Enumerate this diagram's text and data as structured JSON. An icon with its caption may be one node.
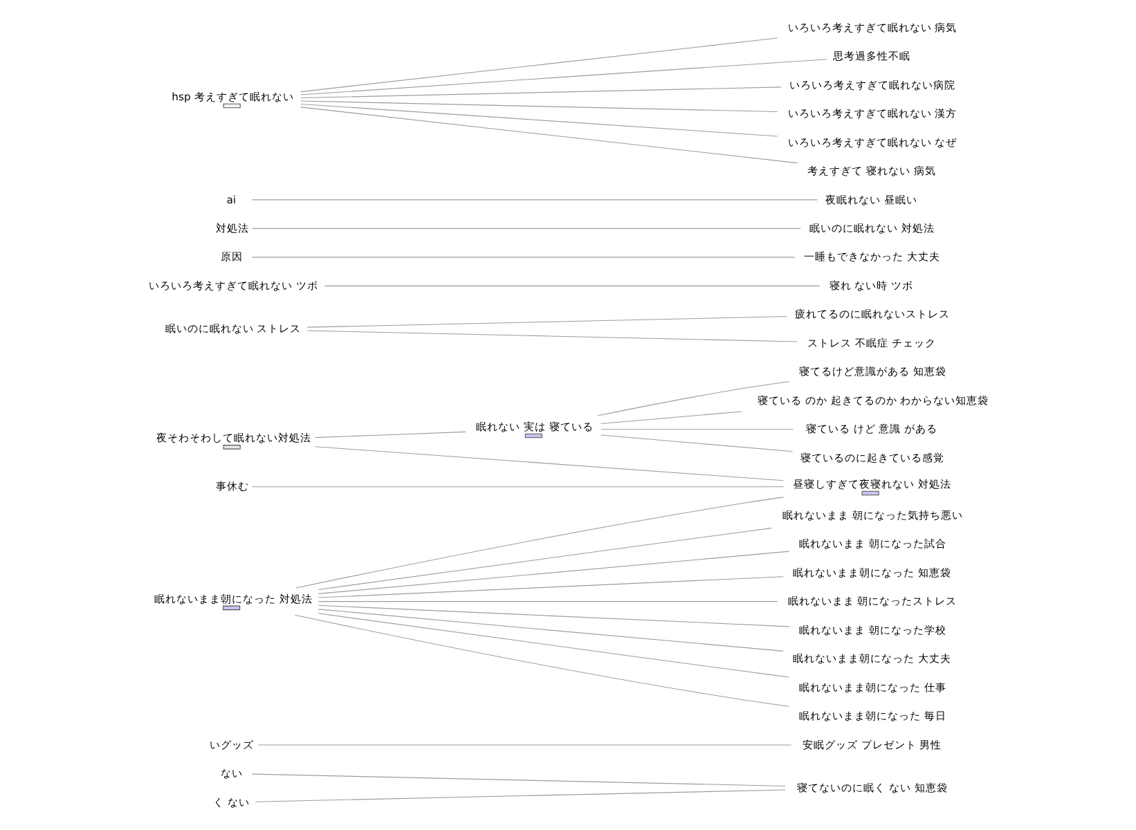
{
  "diagram": {
    "nodes": [
      {
        "text": [
          "いろいろ考えすぎて眠れない ツボ"
        ]
      },
      {
        "text": [
          "hsp 考えすぎて眠れない"
        ]
      },
      {
        "text": [
          "対処法"
        ]
      },
      {
        "text": [
          "眠れないまま朝になった 対処法"
        ]
      },
      {
        "text": [
          "ai"
        ]
      },
      {
        "text": [
          "眠いのに眠れない ストレス"
        ]
      },
      {
        "text": [
          "原因"
        ]
      },
      {
        "text": [
          "夜そわそわして眠れない対処法"
        ]
      },
      {
        "text": [
          "事休む"
        ]
      },
      {
        "text": [
          "く ない"
        ]
      },
      {
        "text": [
          "いグッズ"
        ]
      },
      {
        "text": [
          "ない"
        ]
      },
      {
        "text": [
          "眠れない 実は 寝ている"
        ]
      },
      {
        "text": [
          "考えすぎて 寝れない 病気"
        ]
      },
      {
        "text": [
          "いろいろ考えすぎて眠れない なぜ"
        ]
      },
      {
        "text": [
          "いろいろ考えすぎて眠れない 漢方"
        ]
      },
      {
        "text": [
          "いろいろ考えすぎて眠れない病院"
        ]
      },
      {
        "text": [
          "思考過多性不眠"
        ]
      },
      {
        "text": [
          "いろいろ考えすぎて眠れない 病気"
        ]
      },
      {
        "text": [
          "眠れないまま朝になった 知恵袋"
        ]
      },
      {
        "text": [
          "眠れないまま 朝になった試合"
        ]
      },
      {
        "text": [
          "眠れないまま 朝になった気持ち悪い"
        ]
      },
      {
        "text": [
          "眠れないまま朝になった 毎日"
        ]
      },
      {
        "text": [
          "眠れないまま朝になった 仕事"
        ]
      },
      {
        "text": [
          "夜眠れない 昼眠い"
        ]
      },
      {
        "text": [
          "眠れないまま朝になった 大丈夫"
        ]
      },
      {
        "text": [
          "眠れないまま 朝になった学校"
        ]
      },
      {
        "text": [
          "眠れないまま 朝になったストレス"
        ]
      },
      {
        "text": [
          "ストレス 不眠症 チェック"
        ]
      },
      {
        "text": [
          "眠いのに眠れない 対処法"
        ]
      },
      {
        "text": [
          "一睡もできなかった 大丈夫"
        ]
      },
      {
        "text": [
          "昼寝しすぎて夜寝れない 対処法"
        ]
      },
      {
        "text": [
          "寝れ ない時 ツボ"
        ]
      },
      {
        "text": [
          "疲れてるのに眠れないストレス"
        ]
      },
      {
        "text": [
          "寝てるけど意識がある 知恵袋"
        ]
      },
      {
        "text": [
          "寝ているのに起きている感覚"
        ]
      },
      {
        "text": [
          "寝ている けど 意識 がある"
        ]
      },
      {
        "text": [
          "寝ている のか 起きてるのか わからない知恵袋"
        ]
      },
      {
        "text": [
          "安眠グッズ プレゼント 男性"
        ]
      },
      {
        "text": [
          "寝てないのに眠く ない 知恵袋"
        ]
      }
    ],
    "edges": [
      {
        "from": 1,
        "to": 13,
        "arrow": "none"
      },
      {
        "from": 1,
        "to": 14,
        "arrow": "none"
      },
      {
        "from": 1,
        "to": 15,
        "arrow": "none"
      },
      {
        "from": 1,
        "to": 16,
        "arrow": "none"
      },
      {
        "from": 1,
        "to": 17,
        "arrow": "none"
      },
      {
        "from": 1,
        "to": 18,
        "arrow": "none"
      },
      {
        "from": 0,
        "to": 32,
        "arrow": "none"
      },
      {
        "from": 2,
        "to": 29,
        "arrow": "none"
      },
      {
        "from": 3,
        "to": 19,
        "arrow": "none"
      },
      {
        "from": 3,
        "to": 20,
        "arrow": "none"
      },
      {
        "from": 3,
        "to": 21,
        "arrow": "none"
      },
      {
        "from": 3,
        "to": 22,
        "arrow": "none"
      },
      {
        "from": 3,
        "to": 23,
        "arrow": "none"
      },
      {
        "from": 3,
        "to": 25,
        "arrow": "none"
      },
      {
        "from": 3,
        "to": 26,
        "arrow": "none"
      },
      {
        "from": 3,
        "to": 27,
        "arrow": "none"
      },
      {
        "from": 3,
        "to": 31,
        "arrow": "none"
      },
      {
        "from": 4,
        "to": 24,
        "arrow": "none"
      },
      {
        "from": 5,
        "to": 28,
        "arrow": "none"
      },
      {
        "from": 5,
        "to": 33,
        "arrow": "none"
      },
      {
        "from": 6,
        "to": 30,
        "arrow": "none"
      },
      {
        "from": 7,
        "to": 31,
        "arrow": "none"
      },
      {
        "from": 7,
        "to": 12,
        "arrow": "none"
      },
      {
        "from": 8,
        "to": 31,
        "arrow": "none"
      },
      {
        "from": 9,
        "to": 39,
        "arrow": "none"
      },
      {
        "from": 10,
        "to": 38,
        "arrow": "none"
      },
      {
        "from": 11,
        "to": 39,
        "arrow": "none"
      },
      {
        "from": 12,
        "to": 34,
        "arrow": "none"
      },
      {
        "from": 12,
        "to": 35,
        "arrow": "none"
      },
      {
        "from": 12,
        "to": 36,
        "arrow": "none"
      },
      {
        "from": 12,
        "to": 37,
        "arrow": "none"
      }
    ]
  }
}
